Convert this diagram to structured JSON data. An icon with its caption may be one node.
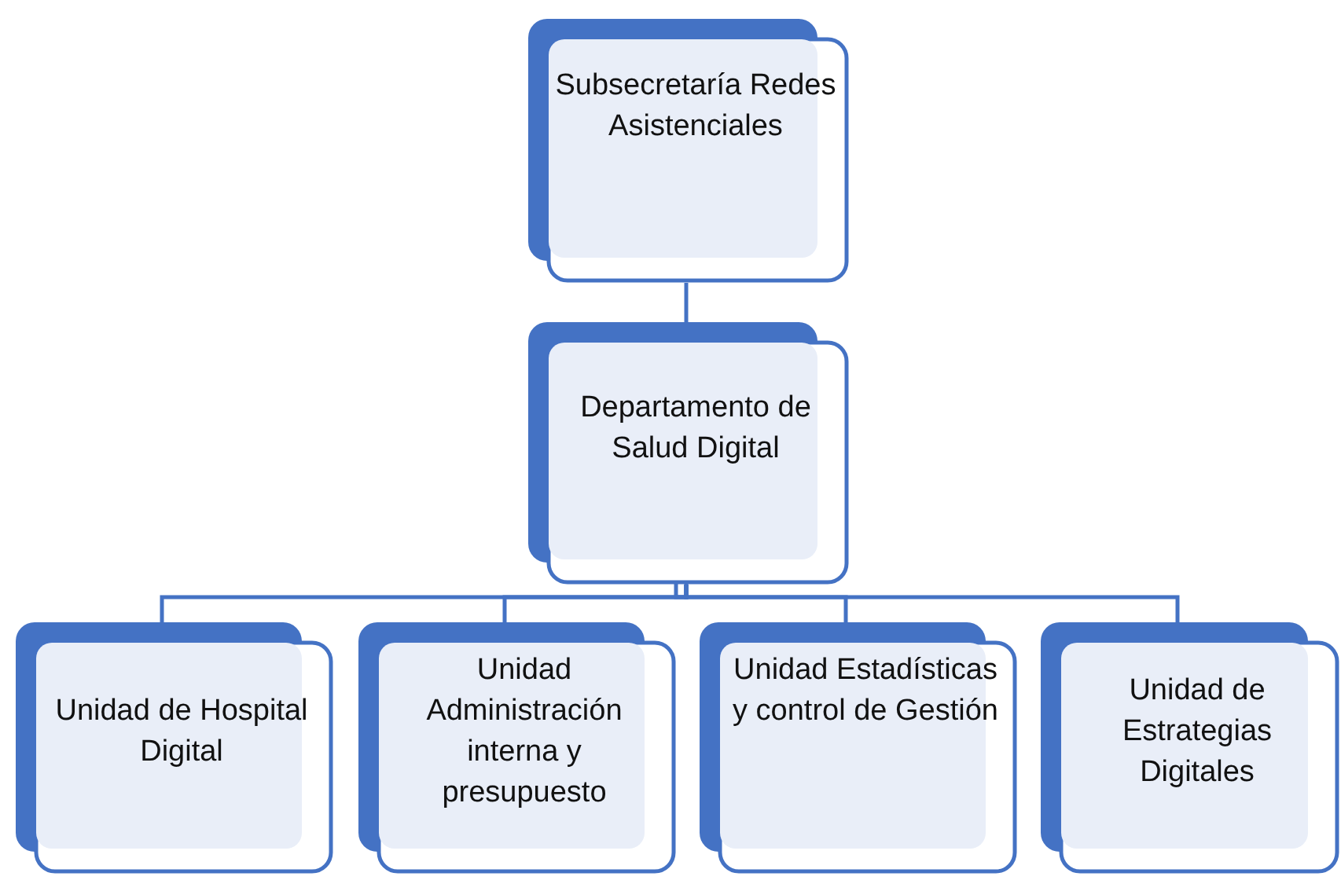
{
  "diagram": {
    "nodes": [
      {
        "text": [
          "Subsecretaría Redes Asistenciales"
        ]
      },
      {
        "text": [
          "Departamento de Salud Digital"
        ]
      },
      {
        "text": [
          "Unidad de Hospital Digital"
        ]
      },
      {
        "text": [
          "Unidad Administración interna y presupuesto"
        ]
      },
      {
        "text": [
          "Unidad Estadísticas y control de Gestión"
        ]
      },
      {
        "text": [
          "Unidad de Estrategias Digitales"
        ]
      }
    ],
    "edges": [
      {
        "from": 0,
        "to": 1,
        "arrow": "none"
      },
      {
        "from": 1,
        "to": 2,
        "arrow": "none"
      },
      {
        "from": 1,
        "to": 3,
        "arrow": "none"
      },
      {
        "from": 1,
        "to": 4,
        "arrow": "none"
      },
      {
        "from": 1,
        "to": 5,
        "arrow": "none"
      }
    ]
  }
}
